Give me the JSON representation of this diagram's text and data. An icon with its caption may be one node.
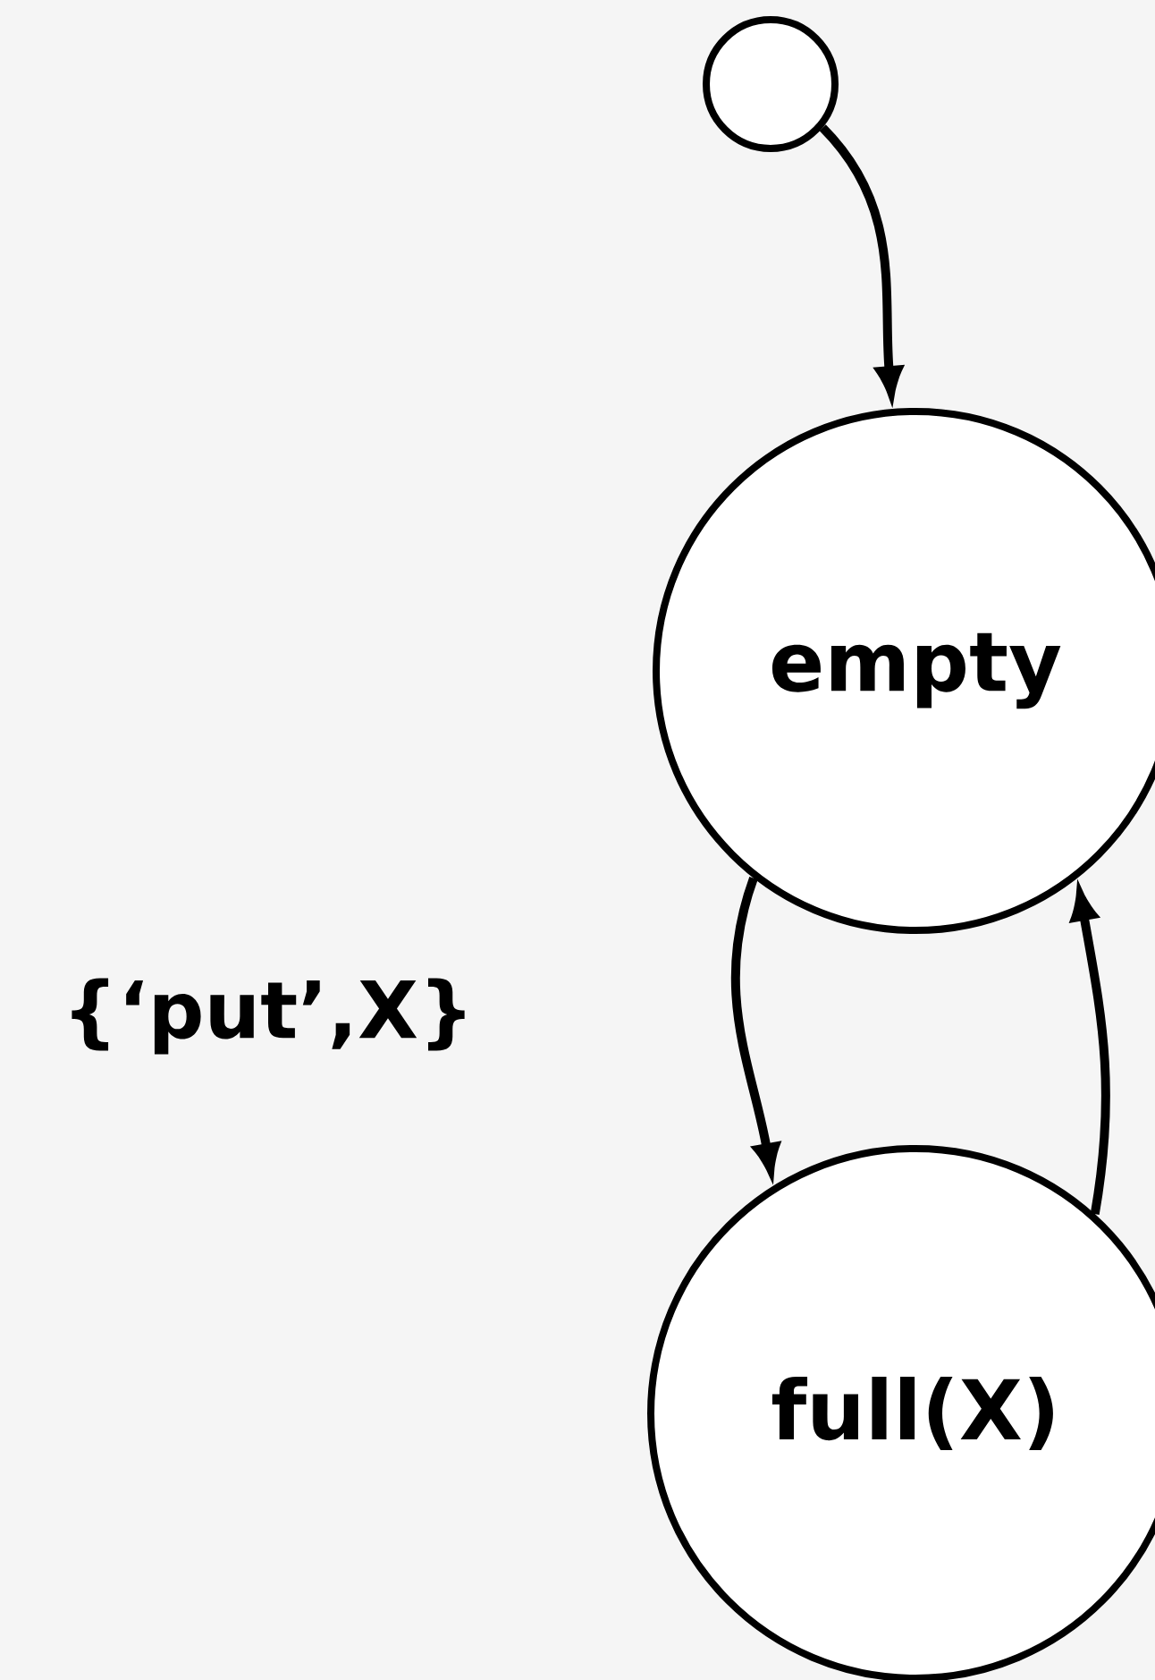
{
  "diagram": {
    "nodes": [
      {
        "text": [],
        "shape": "circle"
      },
      {
        "text": [
          "empty"
        ]
      },
      {
        "text": [
          "full(X)"
        ]
      }
    ],
    "edges": [
      {
        "from": 0,
        "to": 1,
        "arrow": "to"
      },
      {
        "from": 1,
        "to": 2,
        "arrow": "to",
        "label": "{‘put’,X}"
      },
      {
        "from": 2,
        "to": 1,
        "arrow": "to"
      }
    ]
  }
}
